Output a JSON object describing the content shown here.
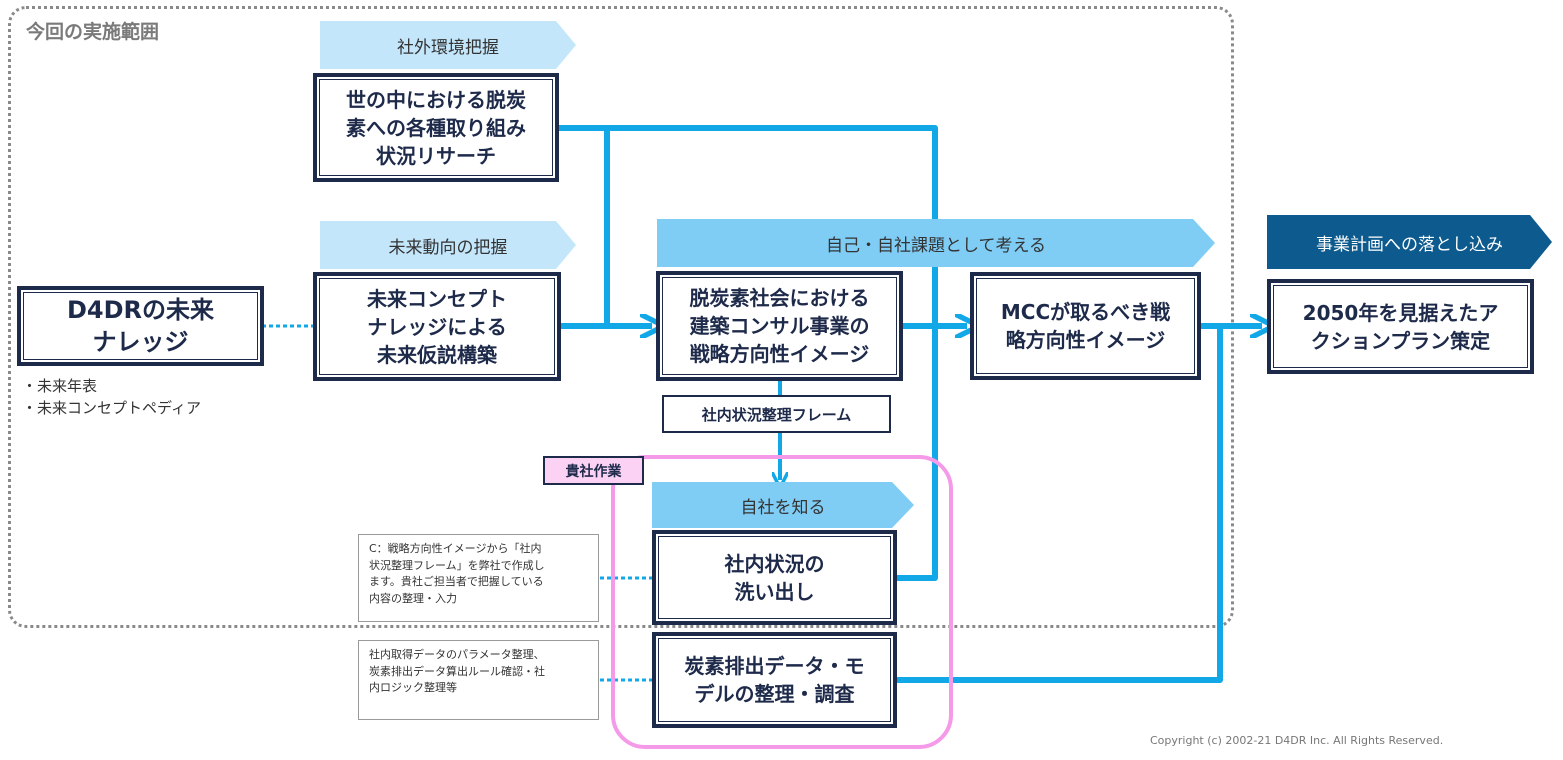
{
  "scope": {
    "title": "今回の実施範囲"
  },
  "banners": {
    "external": "社外環境把握",
    "future": "未来動向の把握",
    "self": "自己・自社課題として考える",
    "plan": "事業計画への落とし込み",
    "know": "自社を知る"
  },
  "boxes": {
    "d4dr": "D4DRの未来\nナレッジ",
    "research": "世の中における脱炭\n素への各種取り組み\n状況リサーチ",
    "concept": "未来コンセプト\nナレッジによる\n未来仮説構築",
    "strategy": "脱炭素社会における\n建築コンサル事業の\n戦略方向性イメージ",
    "mcc": "MCCが取るべき戦\n略方向性イメージ",
    "action": "2050年を見据えたア\nクションプラン策定",
    "internal": "社内状況の\n洗い出し",
    "carbon": "炭素排出データ・モ\nデルの整理・調査"
  },
  "labels": {
    "frame": "社内状況整理フレーム",
    "client_work": "貴社作業"
  },
  "bullets": [
    "・未来年表",
    "・未来コンセプトペディア"
  ],
  "notes": {
    "internal": "C：戦略方向性イメージから「社内\n状況整理フレーム」を弊社で作成し\nます。貴社ご担当者で把握している\n内容の整理・入力",
    "carbon": "社内取得データのパラメータ整理、\n炭素排出データ算出ルール確認・社\n内ロジック整理等"
  },
  "copyright": "Copyright (c) 2002-21 D4DR Inc. All Rights Reserved.",
  "colors": {
    "arrow": "#12a8e8",
    "box_border": "#1e2a4a",
    "banner_light": "#c4e6fb",
    "banner_mid": "#7fccf5",
    "banner_dark": "#0d5a8e",
    "pink": "#f59ae8"
  }
}
